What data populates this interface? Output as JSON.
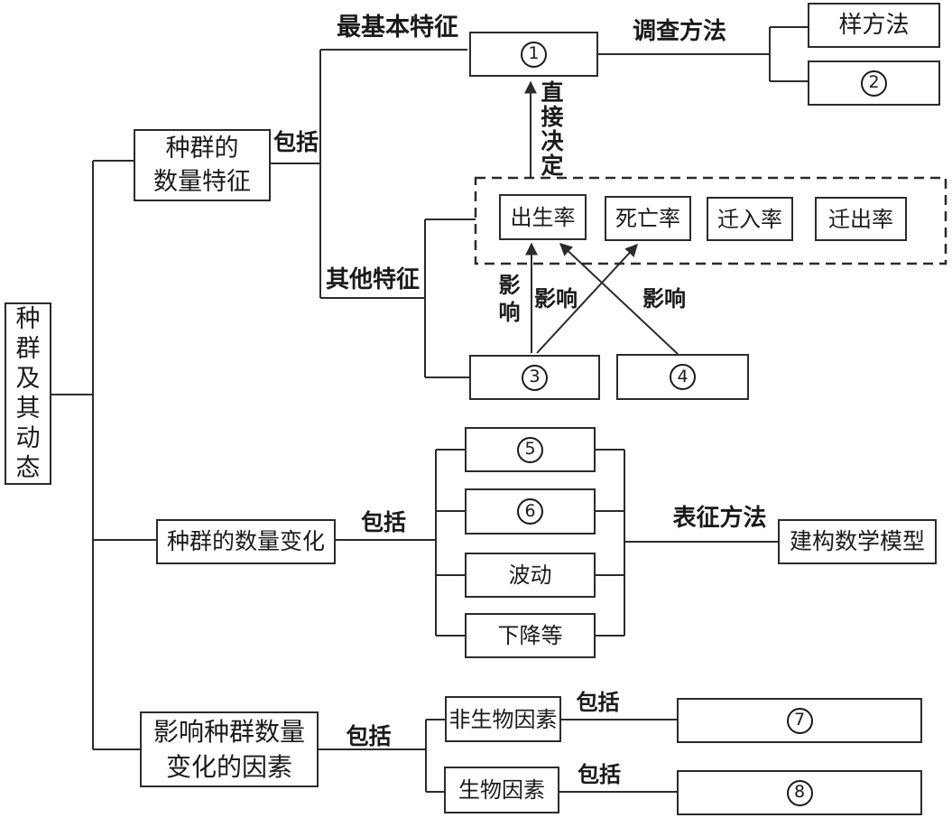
{
  "diagram": {
    "root_label": "种群及其动态",
    "branch1": {
      "title": "种群的\n数量特征",
      "include_label": "包括",
      "basic_edge_label": "最基本特征",
      "node1_number": "1",
      "survey_edge_label": "调查方法",
      "quadrat_label": "样方法",
      "node2_number": "2",
      "direct_edge_label": "直接决定",
      "rates": {
        "birth": "出生率",
        "death": "死亡率",
        "immigration": "迁入率",
        "emigration": "迁出率"
      },
      "other_edge_label": "其他特征",
      "node3_number": "3",
      "node4_number": "4",
      "influence_label_a": "影响",
      "influence_label_b": "影响",
      "influence_label_c": "影响"
    },
    "branch2": {
      "title": "种群的数量变化",
      "include_label": "包括",
      "node5_number": "5",
      "node6_number": "6",
      "fluctuation_label": "波动",
      "decline_label": "下降等",
      "method_edge_label": "表征方法",
      "model_label": "建构数学模型"
    },
    "branch3": {
      "title": "影响种群数量\n变化的因素",
      "include_label": "包括",
      "abiotic_label": "非生物因素",
      "abiotic_include_label": "包括",
      "node7_number": "7",
      "biotic_label": "生物因素",
      "biotic_include_label": "包括",
      "node8_number": "8"
    }
  }
}
